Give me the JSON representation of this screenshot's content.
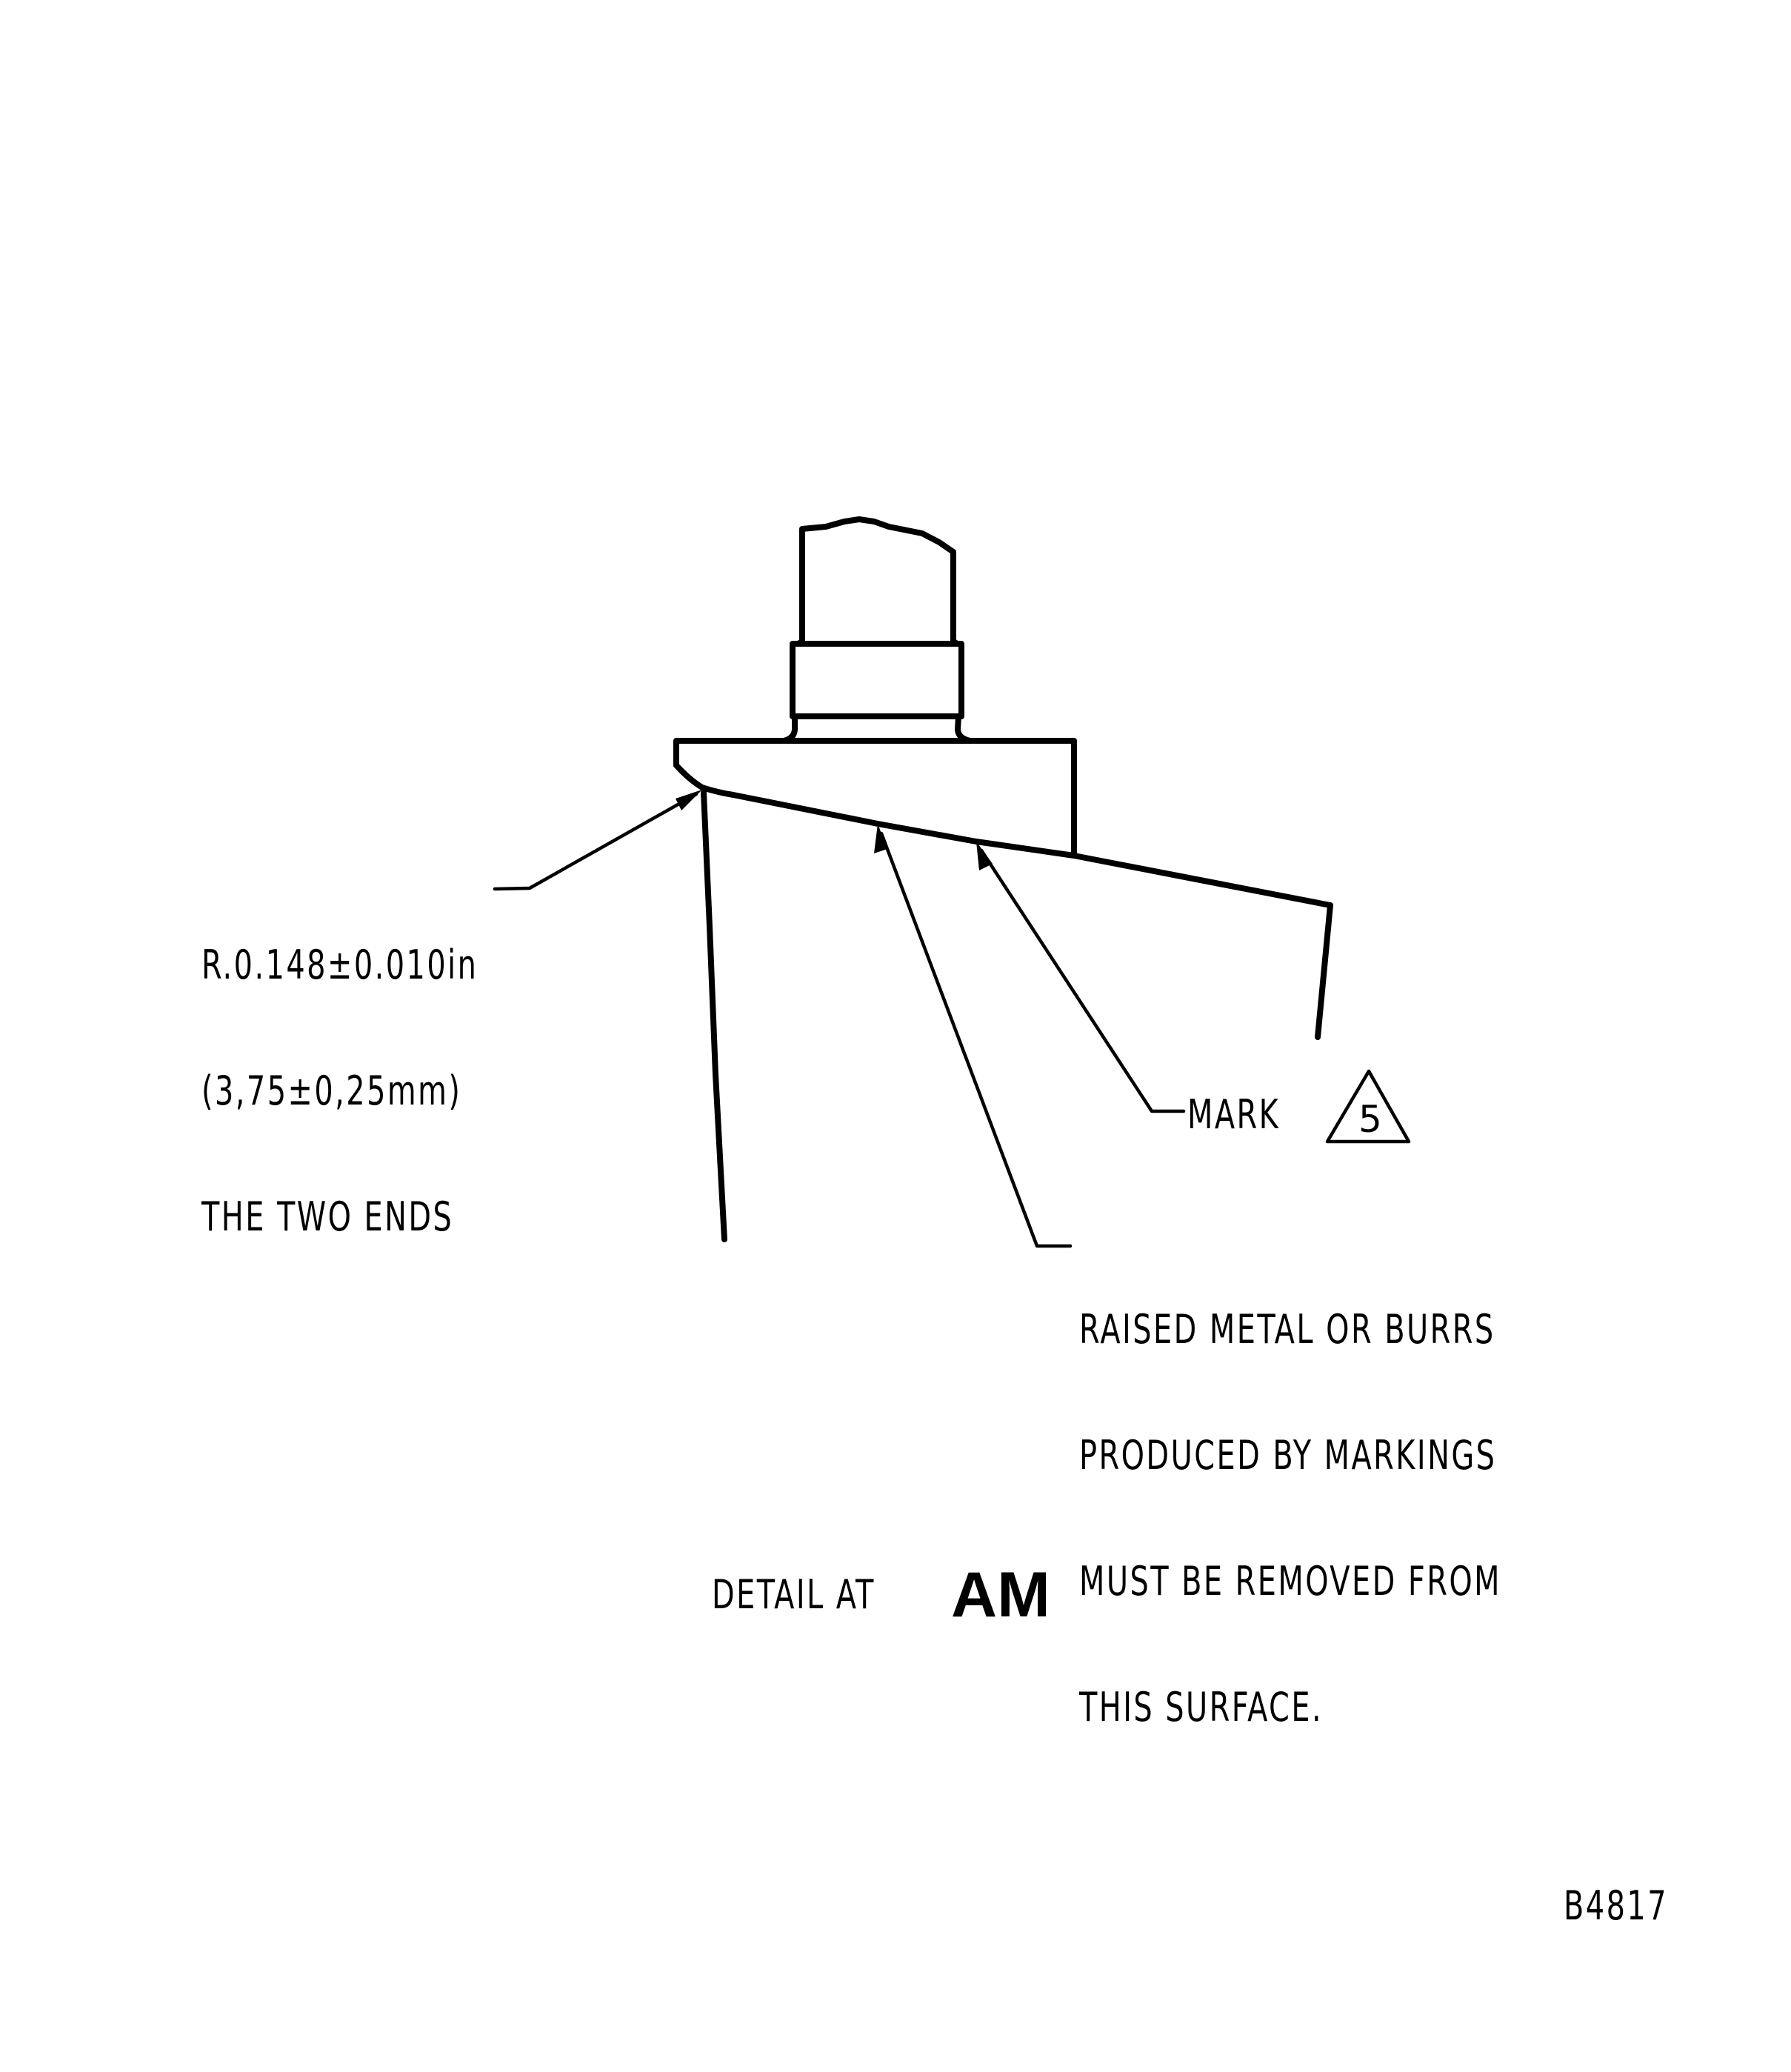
{
  "drawing": {
    "title_prefix": "DETAIL AT",
    "title_ref": "AM",
    "figure_id": "B4817",
    "stroke_color": "#000000",
    "background": "#ffffff"
  },
  "annotations": {
    "radius": {
      "lines": [
        "R.0.148±0.010in",
        "(3,75±0,25mm)",
        "THE TWO ENDS"
      ]
    },
    "mark": {
      "label": "MARK",
      "flag_number": "5",
      "flag_shape": "triangle-icon"
    },
    "burr_note": {
      "lines": [
        "RAISED METAL OR BURRS",
        "PRODUCED BY MARKINGS",
        "MUST BE REMOVED FROM",
        "THIS SURFACE."
      ]
    }
  }
}
